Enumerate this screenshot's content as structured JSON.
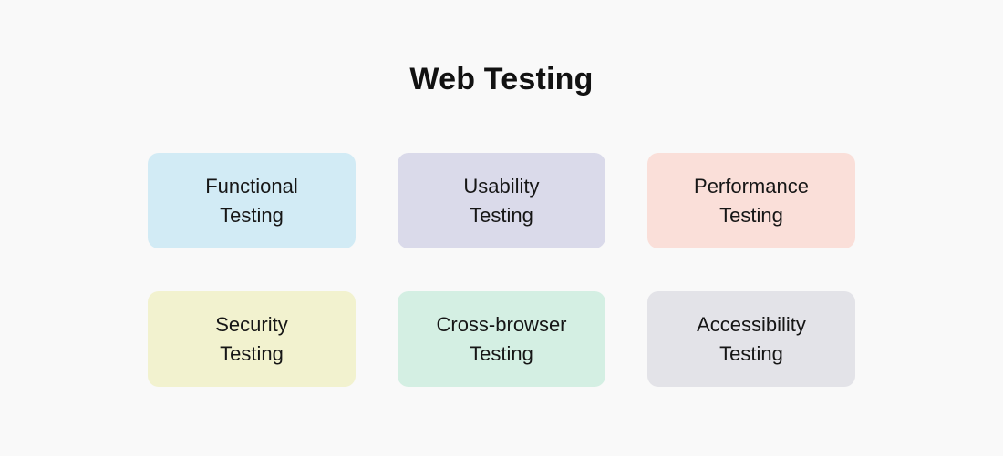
{
  "page": {
    "title": "Web Testing",
    "background_color": "#f9f9f9",
    "text_color": "#161616"
  },
  "cards": [
    {
      "name": "functional-testing",
      "line1": "Functional",
      "line2": "Testing",
      "color": "#d2ebf5"
    },
    {
      "name": "usability-testing",
      "line1": "Usability",
      "line2": "Testing",
      "color": "#dadaea"
    },
    {
      "name": "performance-testing",
      "line1": "Performance",
      "line2": "Testing",
      "color": "#fadfd9"
    },
    {
      "name": "security-testing",
      "line1": "Security",
      "line2": "Testing",
      "color": "#f2f2cf"
    },
    {
      "name": "cross-browser-testing",
      "line1": "Cross-browser",
      "line2": "Testing",
      "color": "#d4efe3"
    },
    {
      "name": "accessibility-testing",
      "line1": "Accessibility",
      "line2": "Testing",
      "color": "#e3e3e8"
    }
  ]
}
